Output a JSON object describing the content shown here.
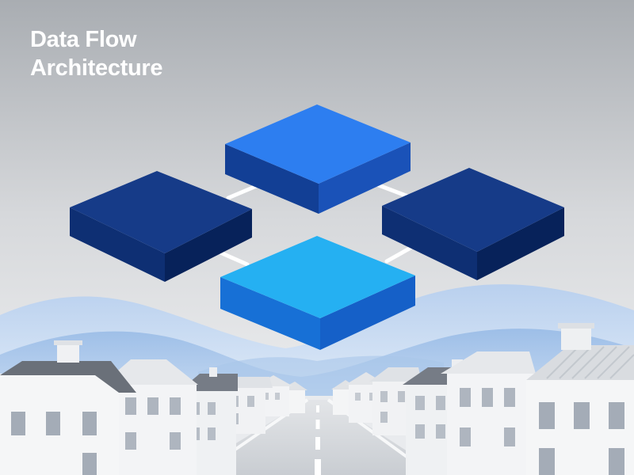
{
  "heading": {
    "line1": "Data Flow",
    "line2": "Architecture"
  },
  "colors": {
    "sky_top": "#a9adb2",
    "sky_bottom": "#f1f2f3",
    "block_top_center": "#2f7ff0",
    "block_navy_top": "#143a86",
    "block_bottom_top": "#27b0f0",
    "connector": "#ffffff",
    "hills_far": "#c7d9ef",
    "hills_near": "#9fc0e6",
    "road": "#d4d7db",
    "house_wall": "#f4f5f6",
    "house_roof": "#6d737c"
  },
  "scene": {
    "blocks": [
      "top-center-block",
      "left-block",
      "right-block",
      "bottom-center-block"
    ],
    "connectors": 4
  }
}
